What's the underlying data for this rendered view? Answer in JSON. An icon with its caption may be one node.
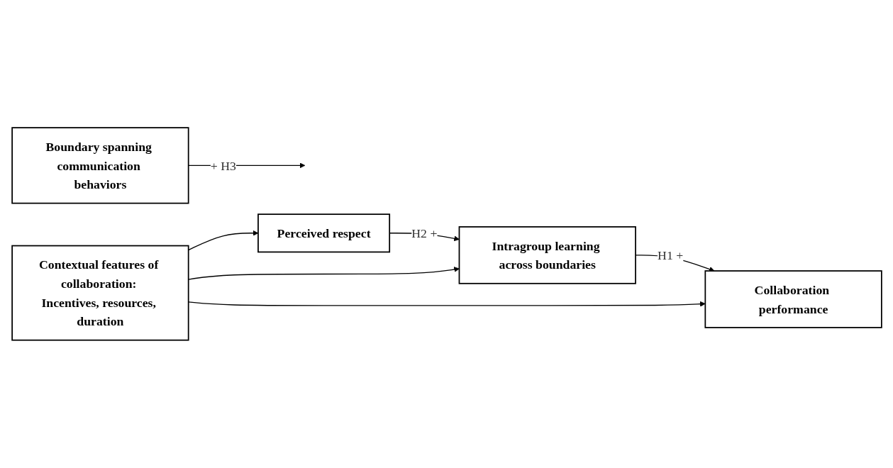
{
  "diagram": {
    "nodes": [
      {
        "text": [
          "Contextual features of collaboration: Incentives, resources, duration"
        ]
      },
      {
        "text": [
          "Perceived respect"
        ]
      },
      {
        "text": [
          "Intragroup learning across boundaries"
        ]
      },
      {
        "text": [
          "Collaboration performance"
        ]
      },
      {
        "text": [
          "Boundary spanning communication behaviors"
        ]
      }
    ],
    "edges": [
      {
        "from": 0,
        "to": 1,
        "arrow": "to"
      },
      {
        "from": 0,
        "to": 2,
        "arrow": "to"
      },
      {
        "from": 0,
        "to": 3,
        "arrow": "to"
      },
      {
        "from": 1,
        "to": 2,
        "arrow": "to",
        "label": "H2 +"
      },
      {
        "from": 2,
        "to": 3,
        "arrow": "to",
        "label": "H1 +"
      },
      {
        "from": 4,
        "to": null,
        "arrow": "to",
        "label": "+ H3"
      }
    ]
  }
}
